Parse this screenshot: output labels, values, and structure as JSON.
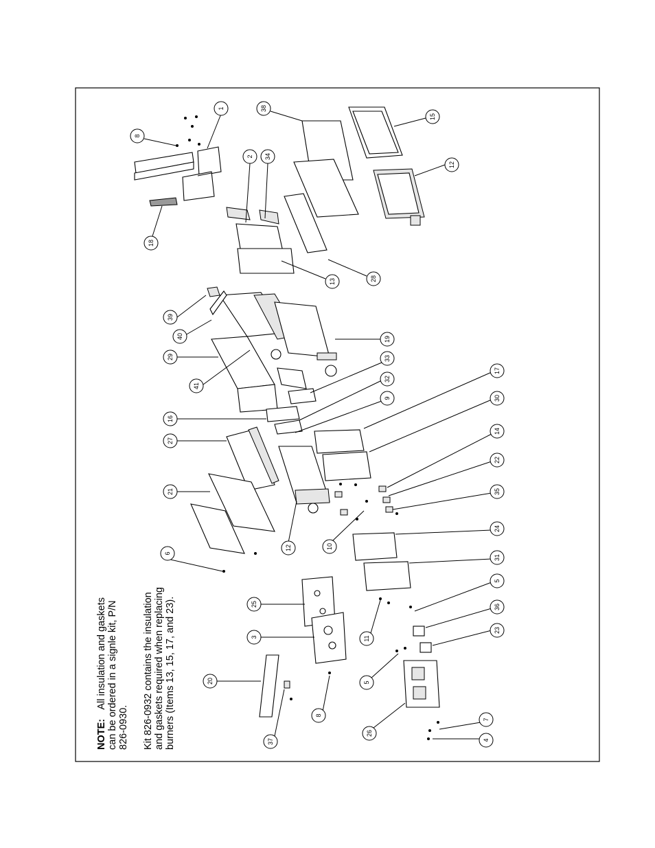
{
  "note": {
    "label": "NOTE:",
    "line1_rest": "All insulation and gaskets",
    "line2": "can be ordered in a signle kit, P/N",
    "line3": "826-0930.",
    "line4": "Kit 826-0932 contains the insulation",
    "line5": "and gaskets required when replacing",
    "line6": "burners (Items 13, 15, 17, and 23)."
  },
  "callouts": [
    {
      "id": "c1",
      "label": "1"
    },
    {
      "id": "c8a",
      "label": "8"
    },
    {
      "id": "c18",
      "label": "18"
    },
    {
      "id": "c38",
      "label": "38"
    },
    {
      "id": "c15",
      "label": "15"
    },
    {
      "id": "c2",
      "label": "2"
    },
    {
      "id": "c34",
      "label": "34"
    },
    {
      "id": "c12a",
      "label": "12"
    },
    {
      "id": "c13",
      "label": "13"
    },
    {
      "id": "c28",
      "label": "28"
    },
    {
      "id": "c39",
      "label": "39"
    },
    {
      "id": "c40",
      "label": "40"
    },
    {
      "id": "c29",
      "label": "29"
    },
    {
      "id": "c41",
      "label": "41"
    },
    {
      "id": "c19",
      "label": "19"
    },
    {
      "id": "c33",
      "label": "33"
    },
    {
      "id": "c32",
      "label": "32"
    },
    {
      "id": "c9",
      "label": "9"
    },
    {
      "id": "c16",
      "label": "16"
    },
    {
      "id": "c17",
      "label": "17"
    },
    {
      "id": "c30",
      "label": "30"
    },
    {
      "id": "c27",
      "label": "27"
    },
    {
      "id": "c14",
      "label": "14"
    },
    {
      "id": "c22",
      "label": "22"
    },
    {
      "id": "c21",
      "label": "21"
    },
    {
      "id": "c35",
      "label": "35"
    },
    {
      "id": "c12b",
      "label": "12"
    },
    {
      "id": "c10",
      "label": "10"
    },
    {
      "id": "c24",
      "label": "24"
    },
    {
      "id": "c6",
      "label": "6"
    },
    {
      "id": "c31",
      "label": "31"
    },
    {
      "id": "c25",
      "label": "25"
    },
    {
      "id": "c5a",
      "label": "5"
    },
    {
      "id": "c3",
      "label": "3"
    },
    {
      "id": "c11",
      "label": "11"
    },
    {
      "id": "c36",
      "label": "36"
    },
    {
      "id": "c23",
      "label": "23"
    },
    {
      "id": "c20",
      "label": "20"
    },
    {
      "id": "c5b",
      "label": "5"
    },
    {
      "id": "c8b",
      "label": "8"
    },
    {
      "id": "c37",
      "label": "37"
    },
    {
      "id": "c26",
      "label": "26"
    },
    {
      "id": "c7",
      "label": "7"
    },
    {
      "id": "c4",
      "label": "4"
    }
  ]
}
